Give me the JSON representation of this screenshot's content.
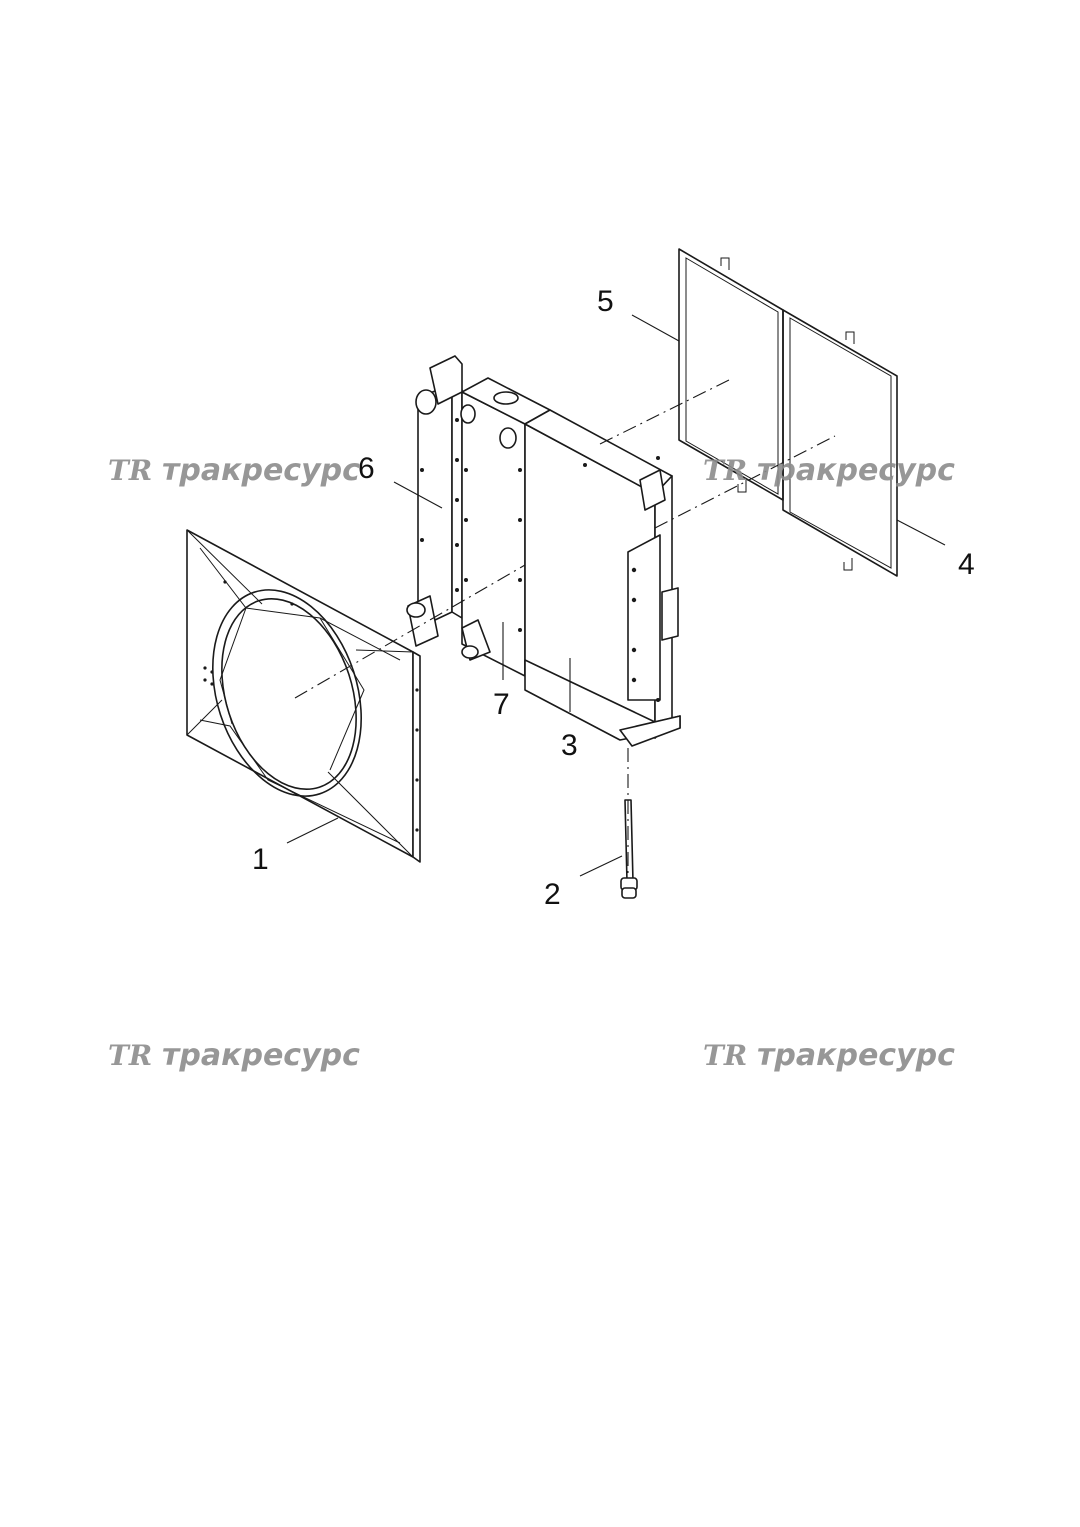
{
  "callouts": {
    "c1": "1",
    "c2": "2",
    "c3": "3",
    "c4": "4",
    "c5": "5",
    "c6": "6",
    "c7": "7"
  },
  "watermark": {
    "logo": "TR",
    "text": "тракресурс",
    "color": "#8c8c8c"
  }
}
